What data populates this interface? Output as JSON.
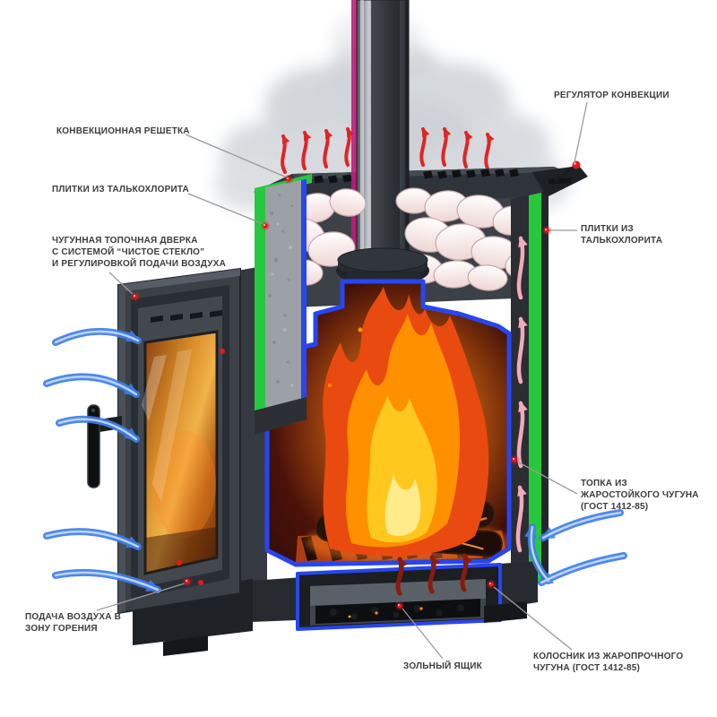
{
  "labels": {
    "convection_grille": {
      "text": "КОНВЕКЦИОННАЯ РЕШЕТКА"
    },
    "soapstone_tiles_left": {
      "text": "ПЛИТКИ ИЗ ТАЛЬКОХЛОРИТА"
    },
    "cast_iron_door": {
      "text": "ЧУГУННАЯ ТОПОЧНАЯ ДВЕРКА\nС СИСТЕМОЙ “ЧИСТОЕ СТЕКЛО”\nИ РЕГУЛИРОВКОЙ ПОДАЧИ ВОЗДУХА"
    },
    "convection_regulator": {
      "text": "РЕГУЛЯТОР КОНВЕКЦИИ"
    },
    "soapstone_tiles_right": {
      "text": "ПЛИТКИ ИЗ ТАЛЬКОХЛОРИТА"
    },
    "firebox": {
      "text": "ТОПКА ИЗ\nЖАРОСТОЙКОГО ЧУГУНА\n(ГОСТ 1412-85)"
    },
    "air_supply": {
      "text": "ПОДАЧА ВОЗДУХА В\nЗОНУ ГОРЕНИЯ"
    },
    "ash_box": {
      "text": "ЗОЛЬНЫЙ ЯЩИК"
    },
    "grate": {
      "text": "КОЛОСНИК ИЗ ЖАРОПРОЧНОГО\nЧУГУНА (ГОСТ 1412-85)"
    }
  },
  "arrows": {
    "hot_air": {
      "icon": "red-up-arrow"
    },
    "cold_air": {
      "icon": "blue-curved-arrow"
    },
    "warm_convection": {
      "icon": "pink-wavy-up-arrow"
    },
    "combustion_draft": {
      "icon": "dark-red-wavy-up-arrow"
    }
  },
  "colors": {
    "accent_green": "#27c83e",
    "cut_outline_blue": "#2746f0",
    "flame_red": "#e84a10",
    "flame_orange": "#ff9000",
    "flame_yellow": "#ffc81e",
    "flame_core": "#ffeb8a",
    "arrow_cold_blue": "#3f7fe8",
    "arrow_hot_red": "#e02525",
    "arrow_warm_pink": "#f2aab9",
    "arrow_combustion": "#8a1a10",
    "pipe_magenta": "#c2187e",
    "marker_red": "#e81818",
    "label_text": "#3c3c3c",
    "leader_line": "#9a9a9a",
    "stove_body": "#383d44",
    "glass_amber": "#d3862a"
  }
}
